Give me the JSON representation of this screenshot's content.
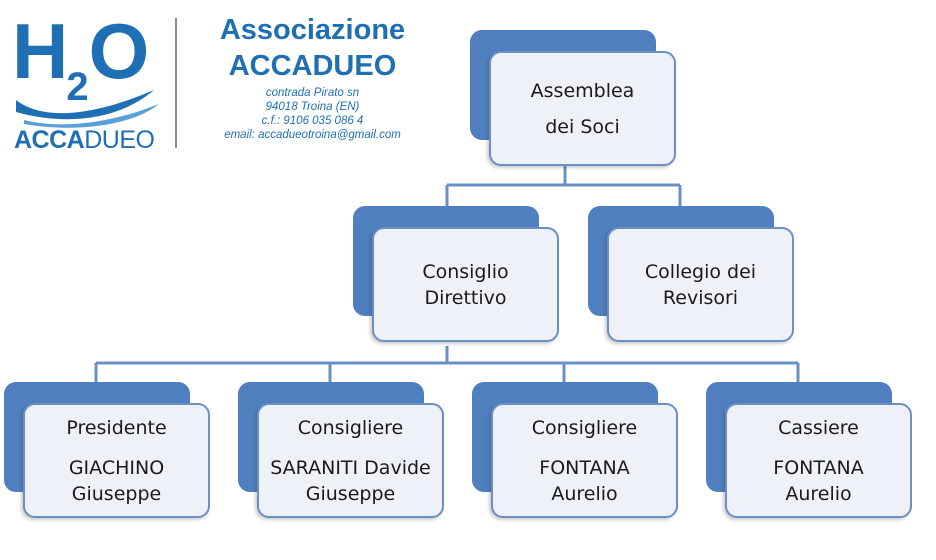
{
  "logo": {
    "h_text": "H",
    "two_text": "2",
    "o_text": "O",
    "word_bold": "ACCA",
    "word_rest": "DUEO",
    "brand_color": "#1f6fb4"
  },
  "association": {
    "name_line1": "Associazione",
    "name_line2": "ACCADUEO",
    "address1": "contrada Pirato sn",
    "address2": "94018 Troina (EN)",
    "tax_code": "c.f.: 9106 035 086 4",
    "email": "email: accadueotroina@gmail.com"
  },
  "colors": {
    "box_back": "#4f7fbf",
    "box_front": "#eef2f8",
    "box_border": "#6b8fc4",
    "connector": "#6b8fc4"
  },
  "org": {
    "assembly": {
      "line1": "Assemblea",
      "line2": "dei Soci"
    },
    "council": {
      "line1": "Consiglio",
      "line2": "Direttivo"
    },
    "auditors": {
      "line1": "Collegio dei",
      "line2": "Revisori"
    },
    "members": [
      {
        "role": "Presidente",
        "name1": "GIACHINO",
        "name2": "Giuseppe"
      },
      {
        "role": "Consigliere",
        "name1": "SARANITI Davide",
        "name2": "Giuseppe"
      },
      {
        "role": "Consigliere",
        "name1": "FONTANA",
        "name2": "Aurelio"
      },
      {
        "role": "Cassiere",
        "name1": "FONTANA",
        "name2": "Aurelio"
      }
    ]
  }
}
